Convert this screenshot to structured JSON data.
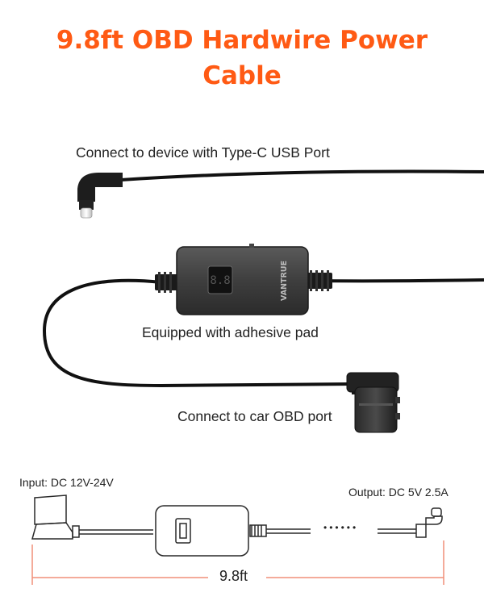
{
  "title_line1": "9.8ft OBD Hardwire Power",
  "title_line2": "Cable",
  "callouts": {
    "device": "Connect to device with Type-C USB Port",
    "pad": "Equipped with adhesive pad",
    "obd": "Connect to car OBD port"
  },
  "box_brand": "VANTRUE",
  "diagram": {
    "input": "Input: DC 12V-24V",
    "output": "Output: DC 5V  2.5A",
    "dots": "••••••",
    "length": "9.8ft"
  },
  "colors": {
    "accent": "#ff5a14",
    "dimension": "#f08f78",
    "cable": "#111111"
  }
}
